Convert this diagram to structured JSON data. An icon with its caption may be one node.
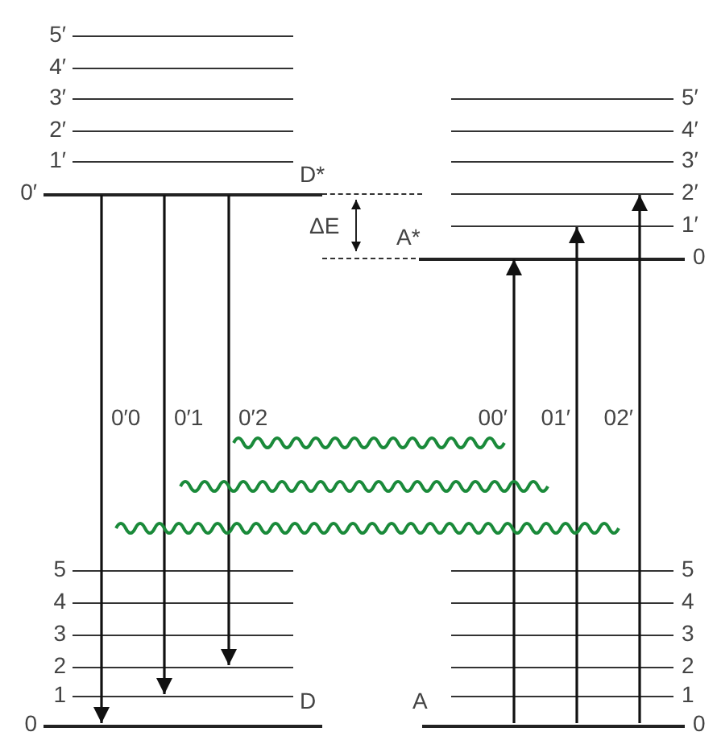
{
  "diagram": {
    "nodes": [
      {
        "text": [
          "5′"
        ]
      },
      {
        "text": [
          "4′"
        ]
      },
      {
        "text": [
          "3′"
        ]
      },
      {
        "text": [
          "2′"
        ]
      },
      {
        "text": [
          "1′"
        ]
      },
      {
        "text": [
          "0′"
        ],
        "beside": [
          "D*"
        ]
      },
      {
        "text": [
          "5′"
        ]
      },
      {
        "text": [
          "4′"
        ]
      },
      {
        "text": [
          "3′"
        ]
      },
      {
        "text": [
          "2′"
        ]
      },
      {
        "text": [
          "1′"
        ]
      },
      {
        "text": [
          "0"
        ],
        "beside": [
          "A*"
        ]
      },
      {
        "text": [
          "5"
        ]
      },
      {
        "text": [
          "4"
        ]
      },
      {
        "text": [
          "3"
        ]
      },
      {
        "text": [
          "2"
        ]
      },
      {
        "text": [
          "1"
        ]
      },
      {
        "text": [
          "0"
        ],
        "beside": [
          "D"
        ]
      },
      {
        "text": [
          "5"
        ]
      },
      {
        "text": [
          "4"
        ]
      },
      {
        "text": [
          "3"
        ]
      },
      {
        "text": [
          "2"
        ]
      },
      {
        "text": [
          "1"
        ]
      },
      {
        "text": [
          "0"
        ],
        "beside": [
          "A"
        ]
      }
    ],
    "edges": [
      {
        "from": 5,
        "to": 17,
        "arrow": "to",
        "label": "0′0"
      },
      {
        "from": 5,
        "to": 16,
        "arrow": "to",
        "label": "0′1"
      },
      {
        "from": 5,
        "to": 15,
        "arrow": "to",
        "label": "0′2"
      },
      {
        "from": 23,
        "to": 11,
        "arrow": "to",
        "label": "00′"
      },
      {
        "from": 23,
        "to": 10,
        "arrow": "to",
        "label": "01′"
      },
      {
        "from": 23,
        "to": 9,
        "arrow": "to",
        "label": "02′"
      }
    ],
    "labels": [
      "ΔE"
    ]
  }
}
